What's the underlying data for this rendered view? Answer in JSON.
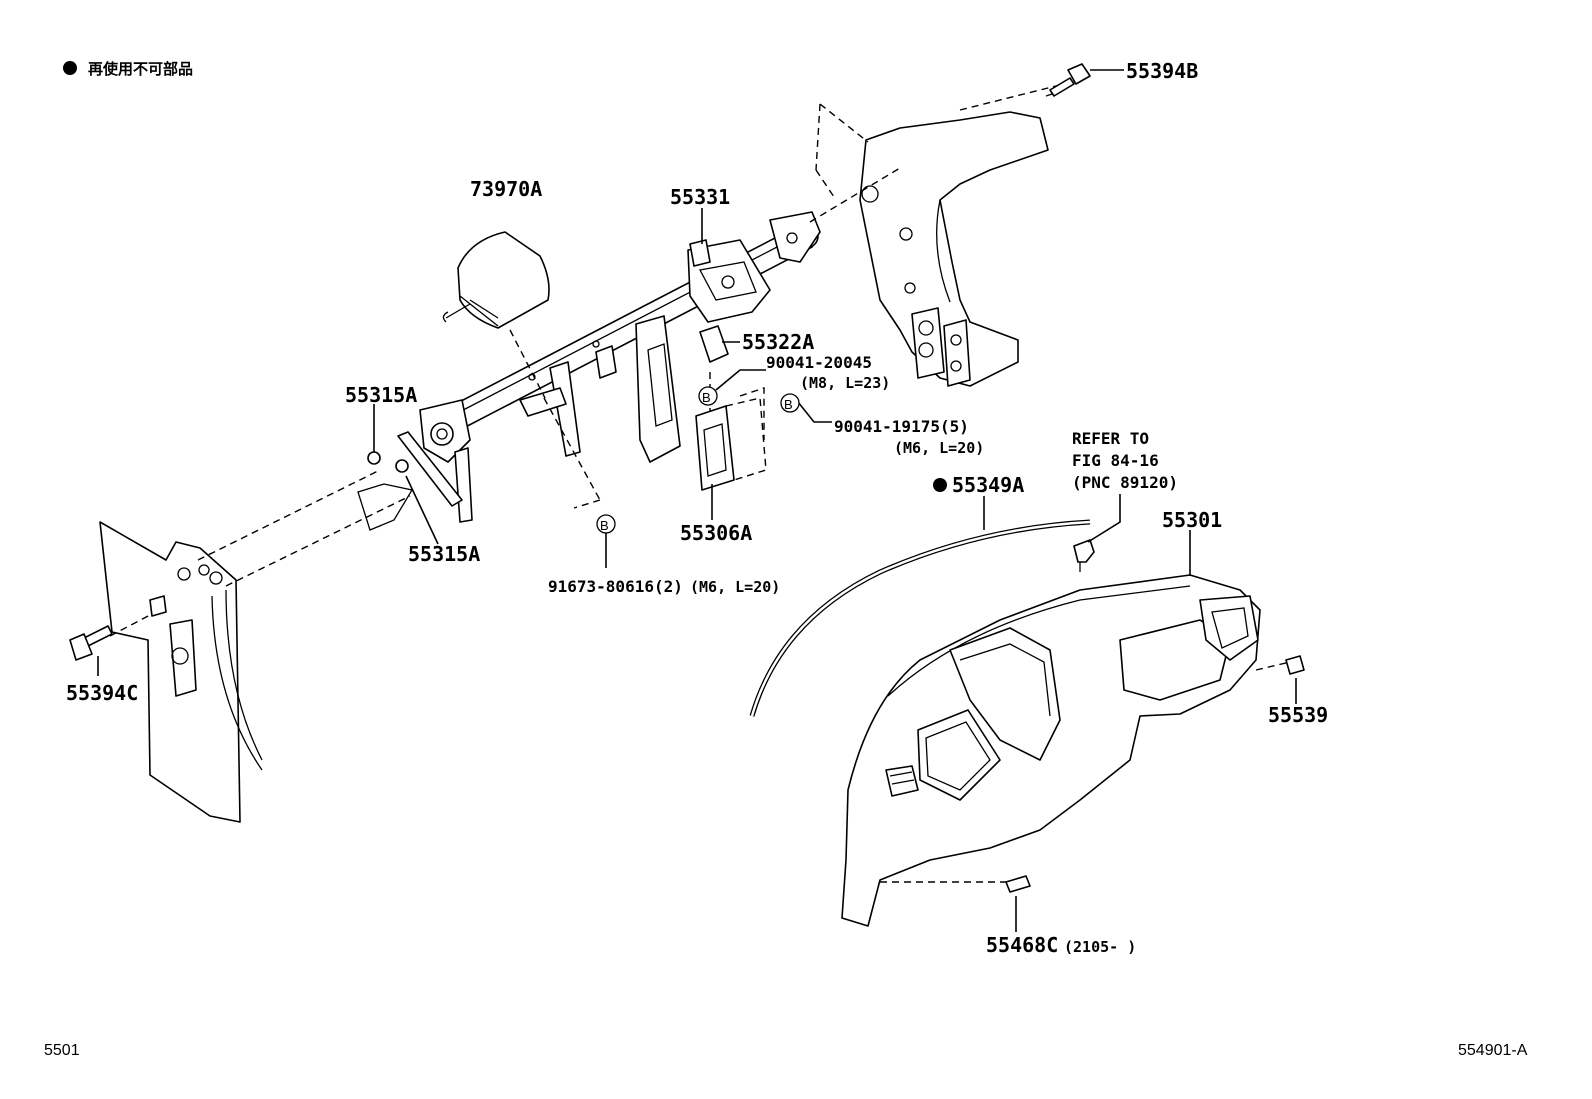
{
  "legend": {
    "symbol": "●",
    "text": "再使用不可部品"
  },
  "labels": {
    "p55394B": "55394B",
    "p73970A": "73970A",
    "p55331": "55331",
    "p55322A": "55322A",
    "p90041_20045": "90041-20045",
    "p90041_20045_spec": "(M8, L=23)",
    "p55315A_top": "55315A",
    "p90041_19175": "90041-19175(5)",
    "p90041_19175_spec": "(M6, L=20)",
    "refer_line1": "REFER TO",
    "refer_line2": "FIG 84-16",
    "refer_line3": "(PNC 89120)",
    "p55349A": "55349A",
    "p55301": "55301",
    "p55315A_bottom": "55315A",
    "p55306A": "55306A",
    "p91673": "91673-80616(2)",
    "p91673_spec": "(M6, L=20)",
    "p55394C": "55394C",
    "p55539": "55539",
    "p55468C": "55468C",
    "p55468C_spec": "(2105-      )",
    "callout_b": "B"
  },
  "footer": {
    "left": "5501",
    "right": "554901-A"
  }
}
